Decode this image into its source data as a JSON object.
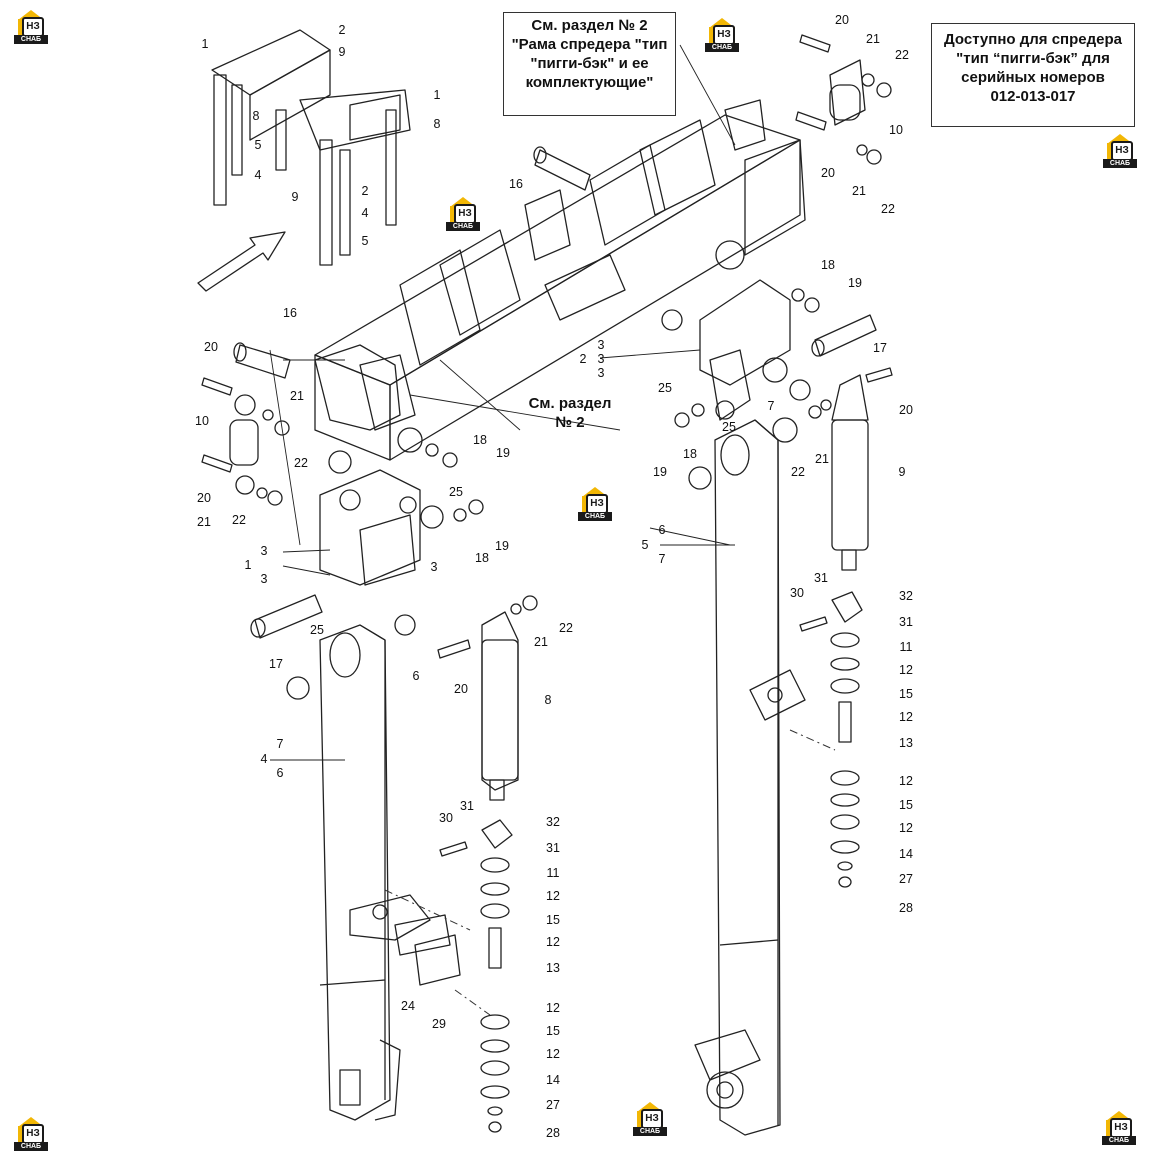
{
  "notes": {
    "ref_frame_lines": [
      "См. раздел № 2",
      "\"Рама спредера \"тип",
      "\"пигги-бэк\" и ее",
      "комплектующие\""
    ],
    "availability_lines": [
      "Доступно для спредера",
      "\"тип “пигги-бэк” для",
      "серийных номеров",
      "012-013-017"
    ],
    "ref_section_lines": [
      "См. раздел",
      "№ 2"
    ]
  },
  "logo": {
    "mark": "НЗ",
    "text": "СНАБ",
    "color": "#f2b705"
  },
  "callouts": [
    "1",
    "2",
    "9",
    "1",
    "8",
    "8",
    "5",
    "4",
    "2",
    "9",
    "4",
    "5",
    "16",
    "20",
    "21",
    "22",
    "10",
    "20",
    "21",
    "22",
    "18",
    "19",
    "17",
    "3",
    "3",
    "2",
    "3",
    "25",
    "16",
    "20",
    "10",
    "21",
    "22",
    "20",
    "21",
    "22",
    "18",
    "19",
    "25",
    "18",
    "19",
    "3",
    "1",
    "3",
    "3",
    "25",
    "17",
    "6",
    "7",
    "4",
    "6",
    "20",
    "8",
    "21",
    "22",
    "31",
    "30",
    "32",
    "31",
    "11",
    "12",
    "15",
    "12",
    "13",
    "24",
    "29",
    "12",
    "15",
    "12",
    "14",
    "27",
    "28",
    "7",
    "25",
    "19",
    "18",
    "22",
    "21",
    "20",
    "9",
    "6",
    "5",
    "7",
    "30",
    "31",
    "32",
    "31",
    "11",
    "12",
    "15",
    "12",
    "13",
    "12",
    "15",
    "12",
    "14",
    "27",
    "28"
  ]
}
